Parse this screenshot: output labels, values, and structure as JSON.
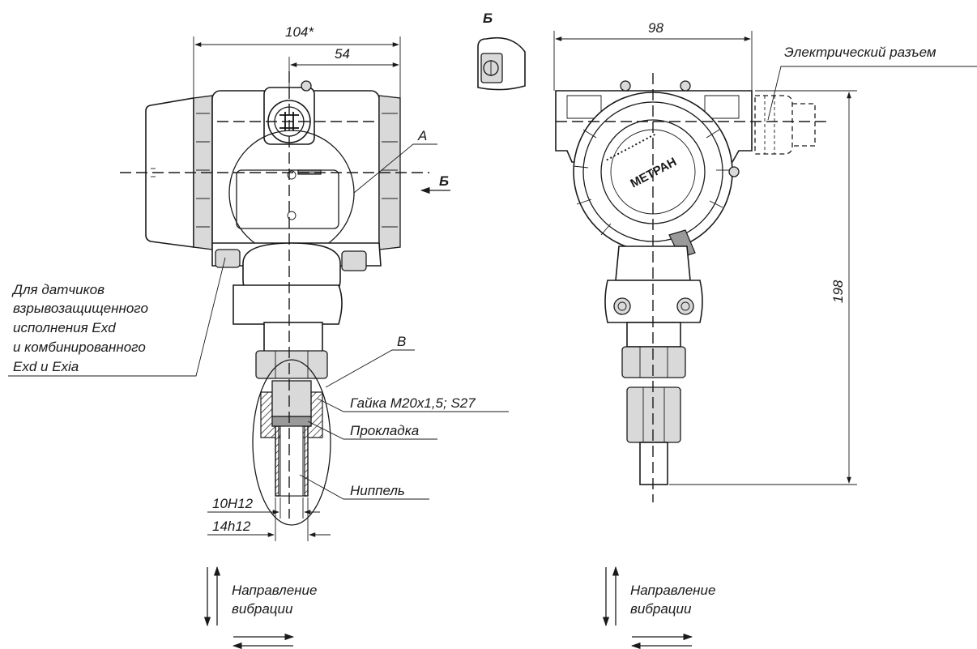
{
  "dimensions": {
    "overall_width": "104*",
    "half_width": "54",
    "side_width": "98",
    "height": "198",
    "bore": "10H12",
    "outer": "14h12"
  },
  "callouts": {
    "view_a": "A",
    "view_b": "Б",
    "view_b_top": "Б",
    "view_v": "В",
    "nut": "Гайка M20x1,5; S27",
    "gasket": "Прокладка",
    "nipple": "Ниппель",
    "connector": "Электрический разъем"
  },
  "explosion_note": [
    "Для датчиков",
    "взрывозащищенного",
    "исполнения Exd",
    "и комбинированного",
    "Exd и Exia"
  ],
  "vibration_left": [
    "Направление",
    "вибрации"
  ],
  "vibration_right": [
    "Направление",
    "вибрации"
  ],
  "brand": "МЕТРАН"
}
